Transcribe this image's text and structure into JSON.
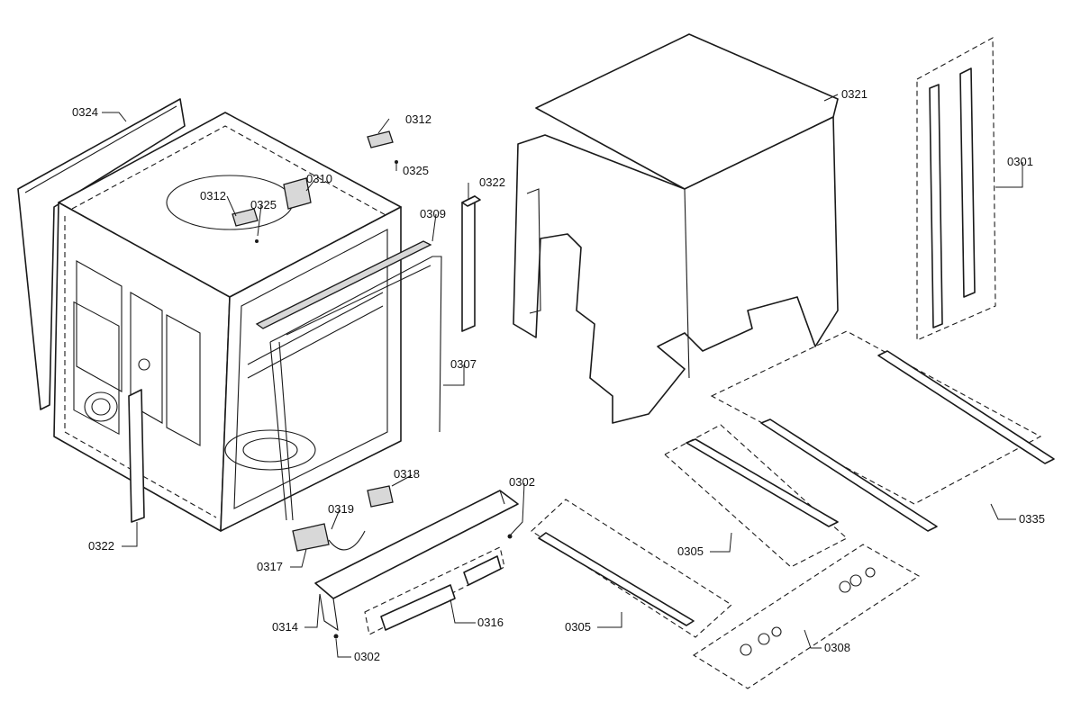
{
  "callouts": [
    {
      "id": "c-0324",
      "text": "0324"
    },
    {
      "id": "c-0312a",
      "text": "0312"
    },
    {
      "id": "c-0325a",
      "text": "0325"
    },
    {
      "id": "c-0310",
      "text": "0310"
    },
    {
      "id": "c-0312b",
      "text": "0312"
    },
    {
      "id": "c-0325b",
      "text": "0325"
    },
    {
      "id": "c-0309",
      "text": "0309"
    },
    {
      "id": "c-0322a",
      "text": "0322"
    },
    {
      "id": "c-0321",
      "text": "0321"
    },
    {
      "id": "c-0301",
      "text": "0301"
    },
    {
      "id": "c-0307",
      "text": "0307"
    },
    {
      "id": "c-0322b",
      "text": "0322"
    },
    {
      "id": "c-0318",
      "text": "0318"
    },
    {
      "id": "c-0302a",
      "text": "0302"
    },
    {
      "id": "c-0319",
      "text": "0319"
    },
    {
      "id": "c-0317",
      "text": "0317"
    },
    {
      "id": "c-0314",
      "text": "0314"
    },
    {
      "id": "c-0316",
      "text": "0316"
    },
    {
      "id": "c-0302b",
      "text": "0302"
    },
    {
      "id": "c-0305a",
      "text": "0305"
    },
    {
      "id": "c-0305b",
      "text": "0305"
    },
    {
      "id": "c-0308",
      "text": "0308"
    },
    {
      "id": "c-0335",
      "text": "0335"
    }
  ]
}
